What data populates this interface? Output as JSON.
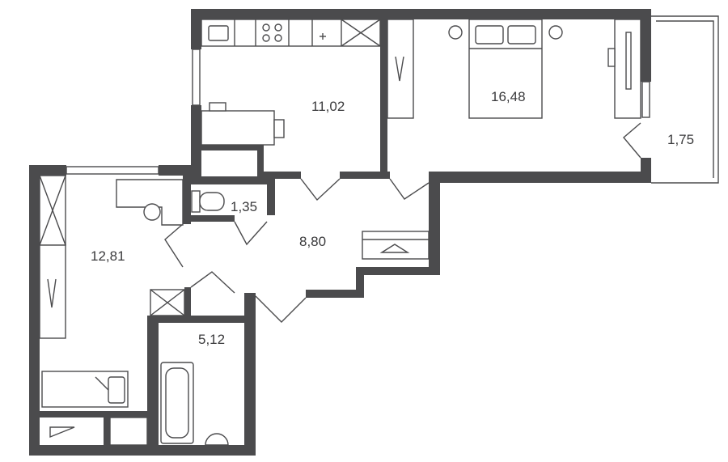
{
  "floorplan": {
    "colors": {
      "wall": "#4b4b4d",
      "background": "#ffffff",
      "text": "#3a3a3c"
    },
    "rooms": [
      {
        "id": "kitchen",
        "area": "11,02",
        "icon": "kitchen-furniture"
      },
      {
        "id": "bedroom",
        "area": "16,48",
        "icon": "double-bed"
      },
      {
        "id": "balcony",
        "area": "1,75",
        "icon": "none"
      },
      {
        "id": "wc",
        "area": "1,35",
        "icon": "toilet"
      },
      {
        "id": "hall",
        "area": "8,80",
        "icon": "wardrobe-hanger"
      },
      {
        "id": "living",
        "area": "12,81",
        "icon": "sofa-desk"
      },
      {
        "id": "bathroom",
        "area": "5,12",
        "icon": "bathtub"
      }
    ]
  }
}
